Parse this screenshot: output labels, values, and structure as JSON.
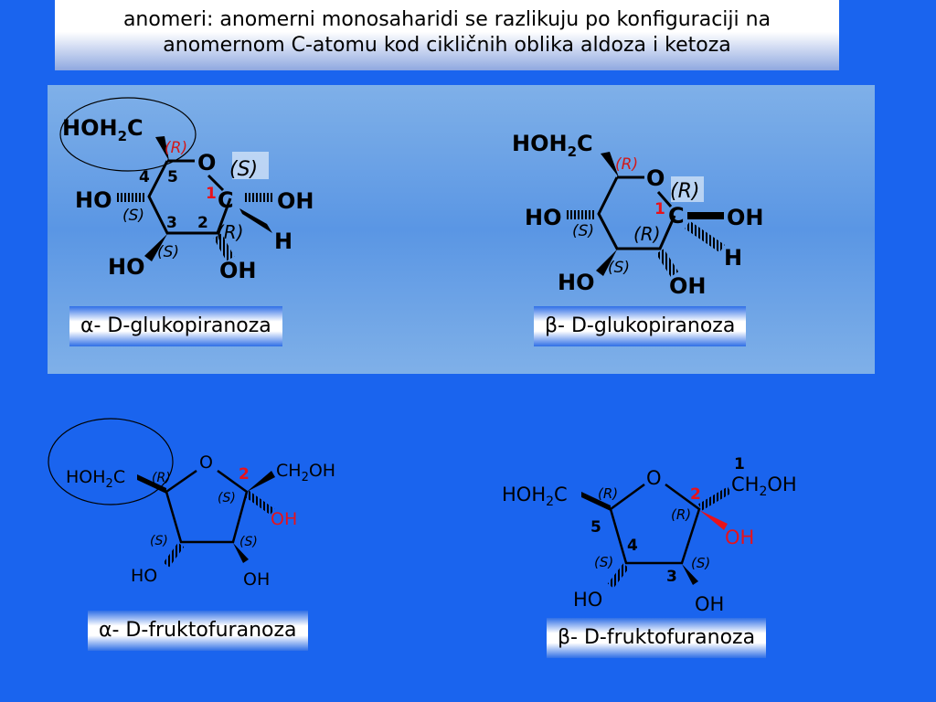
{
  "title": {
    "line1": "anomeri: anomerni monosaharidi se razlikuju po konfiguraciji na",
    "line2": "anomernom C-atomu kod cikličnih oblika aldoza i ketoza"
  },
  "names": {
    "alpha_gluco": "α- D-glukopiranoza",
    "beta_gluco": "β- D-glukopiranoza",
    "alpha_fructo": "α- D-fruktofuranoza",
    "beta_fructo": "β- D-fruktofuranoza"
  },
  "atoms": {
    "hoh2c_main": "HOH",
    "sub2": "2",
    "c": "C",
    "o": "O",
    "oh": "OH",
    "ho": "HO",
    "h": "H",
    "ch": "CH",
    "ch2oh_tail": "OH"
  },
  "config": {
    "r": "(R)",
    "s": "(S)"
  },
  "numbers": {
    "n1": "1",
    "n2": "2",
    "n3": "3",
    "n4": "4",
    "n5": "5"
  },
  "colors": {
    "background": "#1a64ee",
    "red_label": "#e8121a",
    "config_red": "#d11a1a"
  }
}
